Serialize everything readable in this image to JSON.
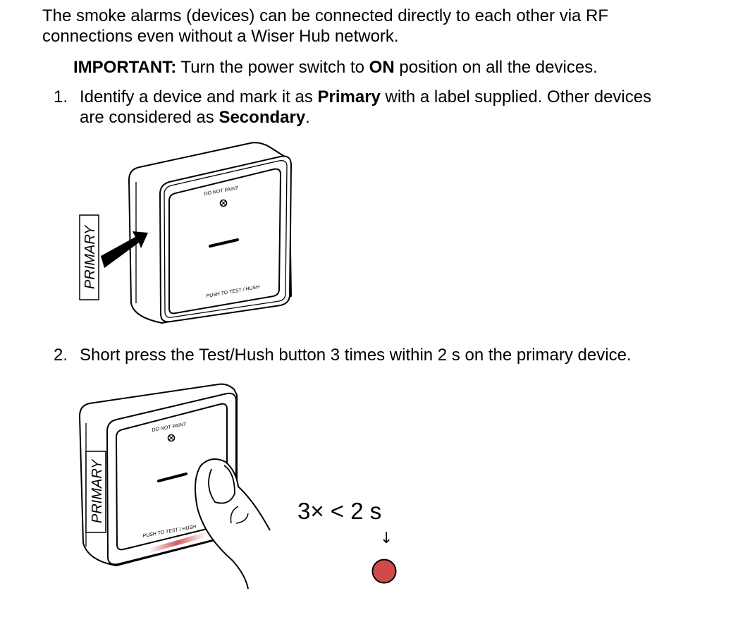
{
  "intro": {
    "line1": "The smoke alarms (devices) can be connected directly to each other via RF",
    "line2": "connections even without a Wiser Hub network."
  },
  "important": {
    "label": "IMPORTANT:",
    "text_before": " Turn the power switch to ",
    "emphasis": "ON",
    "text_after": " position on all the devices."
  },
  "steps": [
    {
      "number": "1.",
      "line1_before": "Identify a device and mark it as ",
      "line1_bold": "Primary",
      "line1_after": " with a label supplied. Other devices",
      "line2_before": "are considered as ",
      "line2_bold": "Secondary",
      "line2_after": "."
    },
    {
      "number": "2.",
      "text": "Short press the Test/Hush button 3 times within 2 s on the primary device."
    }
  ],
  "figure1": {
    "label": "PRIMARY",
    "top_text": "DO NOT PAINT",
    "bottom_text": "PUSH TO TEST / HUSH"
  },
  "figure2": {
    "label": "PRIMARY",
    "top_text": "DO NOT PAINT",
    "bottom_text": "PUSH TO TEST / HUSH",
    "timing": "3× < 2 s",
    "arrow": "↓",
    "led_color": "#d04a4a"
  }
}
